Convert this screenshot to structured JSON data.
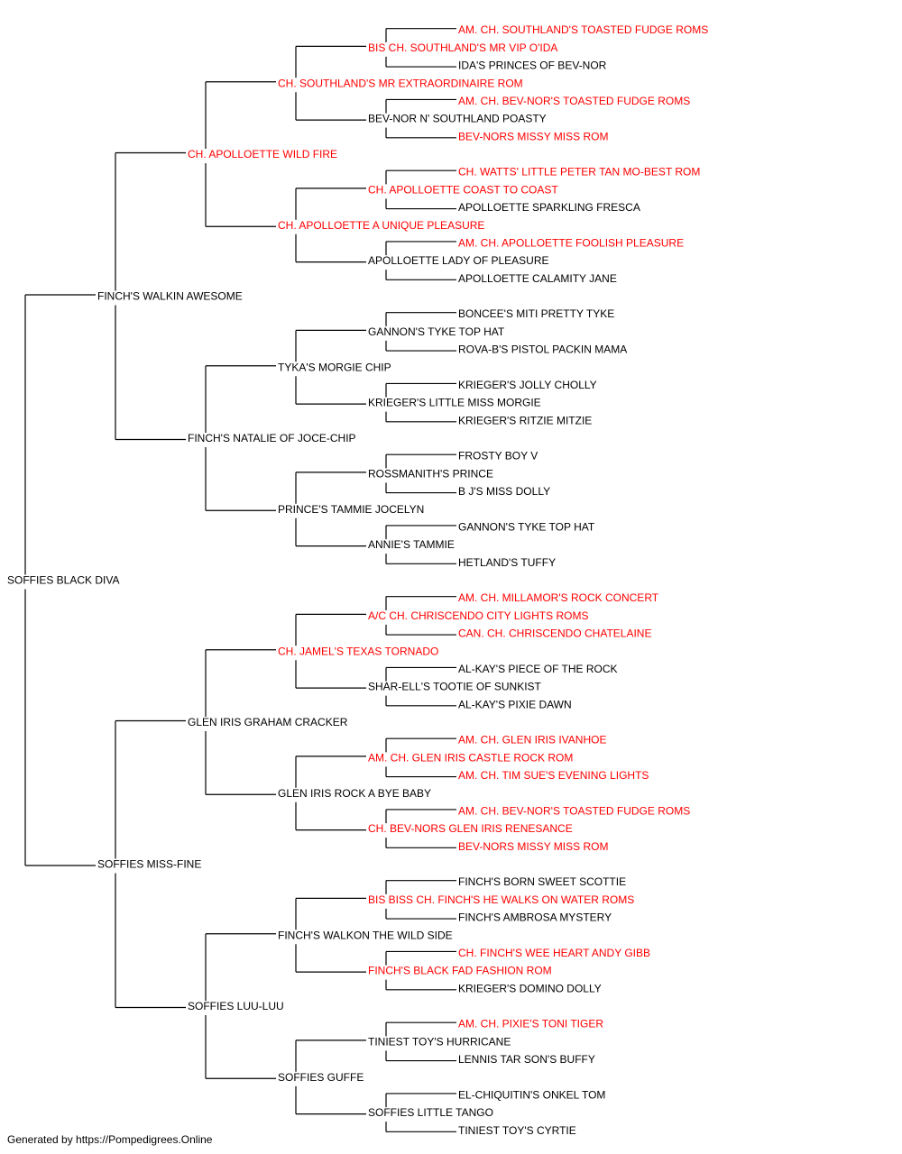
{
  "colors": {
    "text": "#000000",
    "champion": "#ff0000",
    "line": "#000000"
  },
  "pedigree": {
    "name": "SOFFIES BLACK DIVA",
    "ch": false,
    "sire": {
      "name": "FINCH'S WALKIN AWESOME",
      "ch": false,
      "sire": {
        "name": "CH. APOLLOETTE WILD FIRE",
        "ch": true,
        "sire": {
          "name": "CH. SOUTHLAND'S MR EXTRAORDINAIRE ROM",
          "ch": true,
          "sire": {
            "name": "BIS CH. SOUTHLAND'S MR VIP O'IDA",
            "ch": true,
            "sire": {
              "name": "AM. CH. SOUTHLAND'S TOASTED FUDGE ROMS",
              "ch": true
            },
            "dam": {
              "name": "IDA'S PRINCES OF BEV-NOR",
              "ch": false
            }
          },
          "dam": {
            "name": "BEV-NOR N' SOUTHLAND POASTY",
            "ch": false,
            "sire": {
              "name": "AM. CH. BEV-NOR'S TOASTED FUDGE ROMS",
              "ch": true
            },
            "dam": {
              "name": "BEV-NORS MISSY MISS ROM",
              "ch": true
            }
          }
        },
        "dam": {
          "name": "CH. APOLLOETTE A UNIQUE PLEASURE",
          "ch": true,
          "sire": {
            "name": "CH. APOLLOETTE COAST TO COAST",
            "ch": true,
            "sire": {
              "name": "CH. WATTS' LITTLE PETER TAN MO-BEST ROM",
              "ch": true
            },
            "dam": {
              "name": "APOLLOETTE SPARKLING FRESCA",
              "ch": false
            }
          },
          "dam": {
            "name": "APOLLOETTE LADY OF PLEASURE",
            "ch": false,
            "sire": {
              "name": "AM. CH. APOLLOETTE FOOLISH PLEASURE",
              "ch": true
            },
            "dam": {
              "name": "APOLLOETTE CALAMITY JANE",
              "ch": false
            }
          }
        }
      },
      "dam": {
        "name": "FINCH'S NATALIE OF JOCE-CHIP",
        "ch": false,
        "sire": {
          "name": "TYKA'S MORGIE CHIP",
          "ch": false,
          "sire": {
            "name": "GANNON'S TYKE TOP HAT",
            "ch": false,
            "sire": {
              "name": "BONCEE'S MITI PRETTY TYKE",
              "ch": false
            },
            "dam": {
              "name": "ROVA-B'S PISTOL PACKIN MAMA",
              "ch": false
            }
          },
          "dam": {
            "name": "KRIEGER'S LITTLE MISS MORGIE",
            "ch": false,
            "sire": {
              "name": "KRIEGER'S JOLLY CHOLLY",
              "ch": false
            },
            "dam": {
              "name": "KRIEGER'S RITZIE MITZIE",
              "ch": false
            }
          }
        },
        "dam": {
          "name": "PRINCE'S TAMMIE JOCELYN",
          "ch": false,
          "sire": {
            "name": "ROSSMANITH'S PRINCE",
            "ch": false,
            "sire": {
              "name": "FROSTY BOY V",
              "ch": false
            },
            "dam": {
              "name": "B J'S MISS DOLLY",
              "ch": false
            }
          },
          "dam": {
            "name": "ANNIE'S TAMMIE",
            "ch": false,
            "sire": {
              "name": "GANNON'S TYKE TOP HAT",
              "ch": false
            },
            "dam": {
              "name": "HETLAND'S TUFFY",
              "ch": false
            }
          }
        }
      }
    },
    "dam": {
      "name": "SOFFIES MISS-FINE",
      "ch": false,
      "sire": {
        "name": "GLEN IRIS GRAHAM CRACKER",
        "ch": false,
        "sire": {
          "name": "CH. JAMEL'S TEXAS TORNADO",
          "ch": true,
          "sire": {
            "name": "A/C CH. CHRISCENDO CITY LIGHTS ROMS",
            "ch": true,
            "sire": {
              "name": "AM. CH. MILLAMOR'S ROCK CONCERT",
              "ch": true
            },
            "dam": {
              "name": "CAN. CH. CHRISCENDO CHATELAINE",
              "ch": true
            }
          },
          "dam": {
            "name": "SHAR-ELL'S TOOTIE OF SUNKIST",
            "ch": false,
            "sire": {
              "name": "AL-KAY'S PIECE OF THE ROCK",
              "ch": false
            },
            "dam": {
              "name": "AL-KAY'S PIXIE DAWN",
              "ch": false
            }
          }
        },
        "dam": {
          "name": "GLEN IRIS ROCK A BYE BABY",
          "ch": false,
          "sire": {
            "name": "AM. CH. GLEN IRIS CASTLE ROCK ROM",
            "ch": true,
            "sire": {
              "name": "AM. CH. GLEN IRIS IVANHOE",
              "ch": true
            },
            "dam": {
              "name": "AM. CH. TIM SUE'S EVENING LIGHTS",
              "ch": true
            }
          },
          "dam": {
            "name": "CH. BEV-NORS GLEN IRIS RENESANCE",
            "ch": true,
            "sire": {
              "name": "AM. CH. BEV-NOR'S TOASTED FUDGE ROMS",
              "ch": true
            },
            "dam": {
              "name": "BEV-NORS MISSY MISS ROM",
              "ch": true
            }
          }
        }
      },
      "dam": {
        "name": "SOFFIES LUU-LUU",
        "ch": false,
        "sire": {
          "name": "FINCH'S WALKON THE WILD SIDE",
          "ch": false,
          "sire": {
            "name": "BIS BISS CH. FINCH'S HE WALKS ON WATER ROMS",
            "ch": true,
            "sire": {
              "name": "FINCH'S BORN SWEET SCOTTIE",
              "ch": false
            },
            "dam": {
              "name": "FINCH'S AMBROSA MYSTERY",
              "ch": false
            }
          },
          "dam": {
            "name": "FINCH'S BLACK FAD FASHION ROM",
            "ch": true,
            "sire": {
              "name": "CH. FINCH'S WEE HEART ANDY GIBB",
              "ch": true
            },
            "dam": {
              "name": "KRIEGER'S DOMINO DOLLY",
              "ch": false
            }
          }
        },
        "dam": {
          "name": "SOFFIES GUFFE",
          "ch": false,
          "sire": {
            "name": "TINIEST TOY'S HURRICANE",
            "ch": false,
            "sire": {
              "name": "AM. CH. PIXIE'S TONI TIGER",
              "ch": true
            },
            "dam": {
              "name": "LENNIS TAR SON'S BUFFY",
              "ch": false
            }
          },
          "dam": {
            "name": "SOFFIES LITTLE TANGO",
            "ch": false,
            "sire": {
              "name": "EL-CHIQUITIN'S ONKEL TOM",
              "ch": false
            },
            "dam": {
              "name": "TINIEST TOY'S CYRTIE",
              "ch": false
            }
          }
        }
      }
    }
  },
  "footer": {
    "text": "Generated by https://Pompedigrees.Online"
  }
}
